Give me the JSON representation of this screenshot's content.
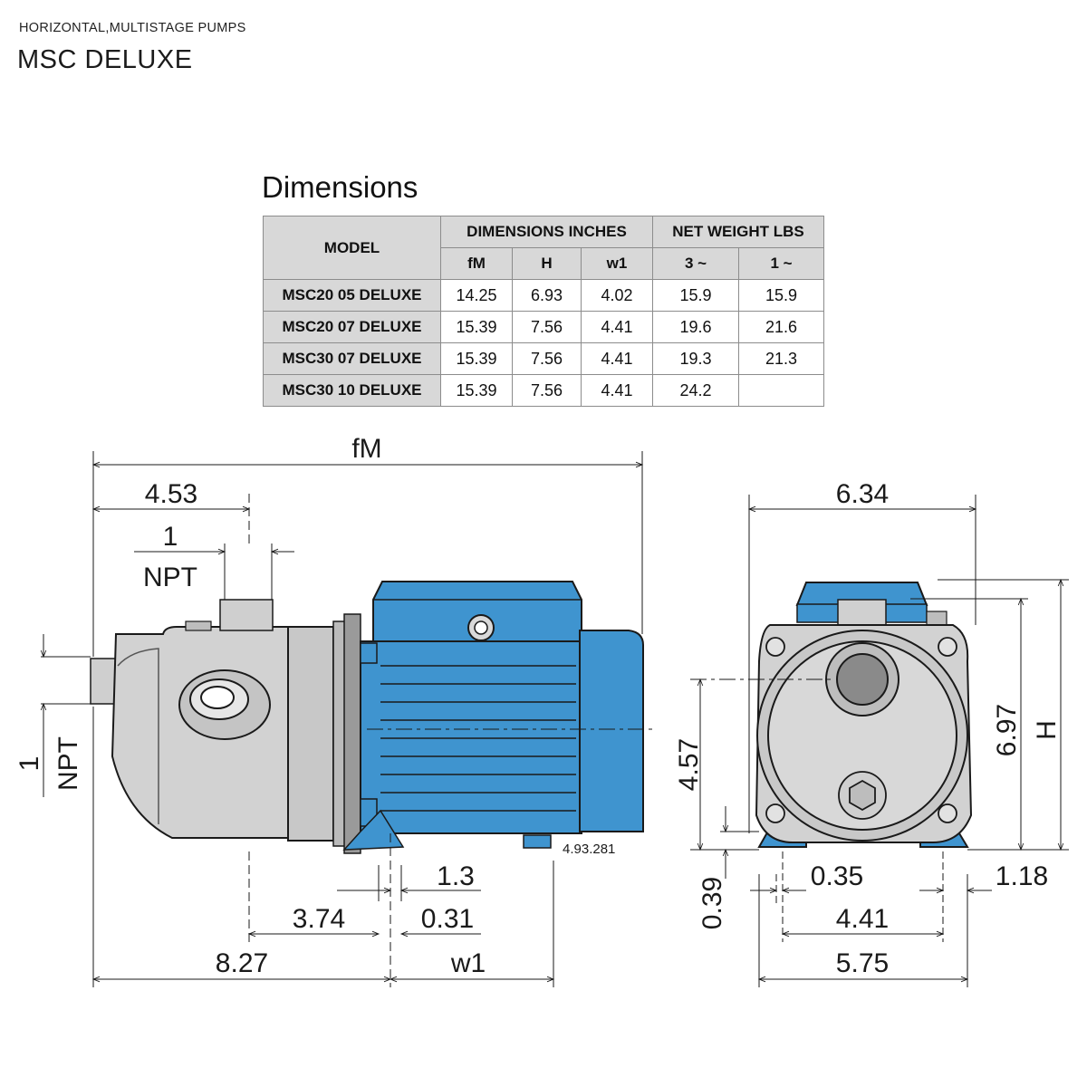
{
  "header": {
    "category": "HORIZONTAL,MULTISTAGE PUMPS",
    "product": "MSC DELUXE"
  },
  "dimensions_section": {
    "title": "Dimensions",
    "table": {
      "model_header": "MODEL",
      "group_dimensions": "DIMENSIONS INCHES",
      "group_weight": "NET WEIGHT LBS",
      "sub_headers": [
        "fM",
        "H",
        "w1",
        "3 ~",
        "1 ~"
      ],
      "rows": [
        {
          "model": "MSC20 05 DELUXE",
          "fM": "14.25",
          "H": "6.93",
          "w1": "4.02",
          "w3": "15.9",
          "w1ph": "15.9"
        },
        {
          "model": "MSC20 07 DELUXE",
          "fM": "15.39",
          "H": "7.56",
          "w1": "4.41",
          "w3": "19.6",
          "w1ph": "21.6"
        },
        {
          "model": "MSC30 07 DELUXE",
          "fM": "15.39",
          "H": "7.56",
          "w1": "4.41",
          "w3": "19.3",
          "w1ph": "21.3"
        },
        {
          "model": "MSC30 10 DELUXE",
          "fM": "15.39",
          "H": "7.56",
          "w1": "4.41",
          "w3": "24.2",
          "w1ph": ""
        }
      ]
    }
  },
  "drawing": {
    "side_view": {
      "fM": "fM",
      "d_4_53": "4.53",
      "npt_top_num": "1",
      "npt_top_label": "NPT",
      "npt_left_num": "1",
      "npt_left_label": "NPT",
      "d_1_3": "1.3",
      "d_3_74": "3.74",
      "d_0_31": "0.31",
      "d_8_27": "8.27",
      "w1": "w1",
      "part_no": "4.93.281"
    },
    "front_view": {
      "d_6_34": "6.34",
      "d_4_57": "4.57",
      "d_6_97": "6.97",
      "H": "H",
      "d_0_39": "0.39",
      "d_0_35": "0.35",
      "d_1_18": "1.18",
      "d_4_41": "4.41",
      "d_5_75": "5.75"
    },
    "colors": {
      "motor_blue": "#3f94cf",
      "pump_grey": "#d2d2d2",
      "line": "#1a1a1a"
    }
  }
}
